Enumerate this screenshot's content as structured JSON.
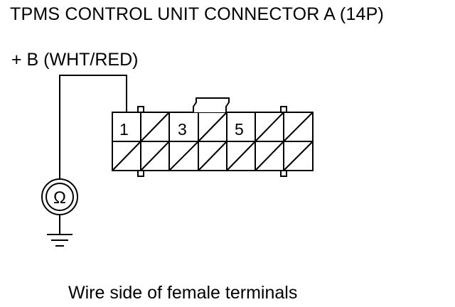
{
  "title": "TPMS CONTROL UNIT CONNECTOR A (14P)",
  "wire_label": "+ B (WHT/RED)",
  "caption": "Wire side of female terminals",
  "connector": {
    "terminal_labels": [
      "1",
      "3",
      "5"
    ]
  },
  "meter_symbol": "Ω",
  "icons": [
    "ohmmeter-icon",
    "ground-icon"
  ]
}
